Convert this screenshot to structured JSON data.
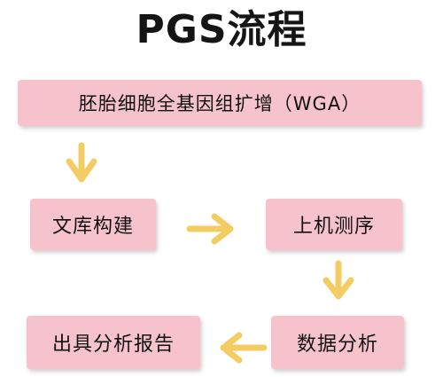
{
  "title": "PGS流程",
  "steps": {
    "wga": "胚胎细胞全基因组扩增（WGA）",
    "library": "文库构建",
    "sequencing": "上机测序",
    "analysis": "数据分析",
    "report": "出具分析报告"
  },
  "colors": {
    "box_fill": "#f6c3cc",
    "arrow": "#f3cd63",
    "text": "#111111"
  }
}
